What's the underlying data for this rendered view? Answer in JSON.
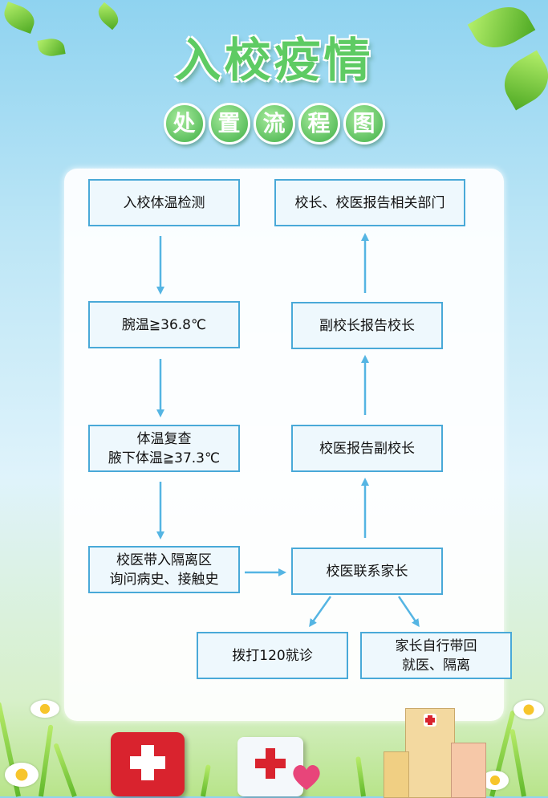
{
  "header": {
    "title": "入校疫情",
    "subtitle_chars": [
      "处",
      "置",
      "流",
      "程",
      "图"
    ]
  },
  "flow": {
    "left": {
      "step1": "入校体温检测",
      "step2": "腕温≧36.8℃",
      "step3_line1": "体温复查",
      "step3_line2": "腋下体温≧37.3℃",
      "step4_line1": "校医带入隔离区",
      "step4_line2": "询问病史、接触史"
    },
    "center": "校医联系家长",
    "right": {
      "step1": "校医报告副校长",
      "step2": "副校长报告校长",
      "step3": "校长、校医报告相关部门"
    },
    "branches": {
      "call": "拨打120就诊",
      "home_line1": "家长自行带回",
      "home_line2": "就医、隔离"
    }
  },
  "colors": {
    "arrow": "#55b5e3",
    "box_border": "#49a9d8",
    "title_green": "#5ecb63"
  }
}
